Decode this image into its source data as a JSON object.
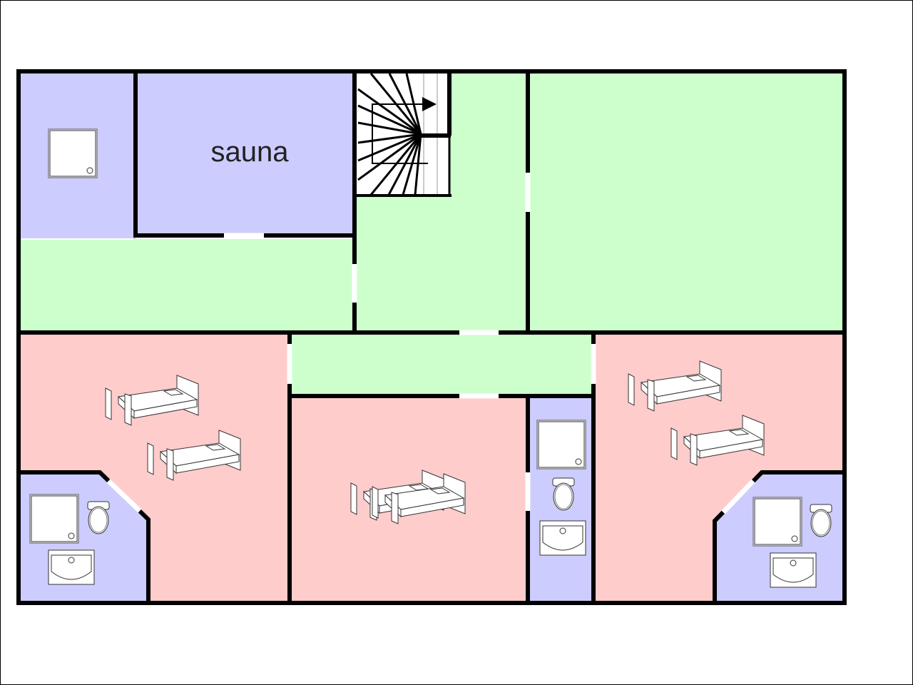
{
  "plan": {
    "title_labels": {
      "sauna": "sauna"
    },
    "colors": {
      "wet_room": "#ccccff",
      "common_room": "#ccffcc",
      "bedroom": "#ffcccc",
      "wall": "#000000",
      "door": "#ffffff"
    },
    "rooms": [
      {
        "id": "shower-room",
        "type": "wet_room"
      },
      {
        "id": "sauna",
        "type": "wet_room",
        "label": "sauna"
      },
      {
        "id": "hall-left",
        "type": "common_room"
      },
      {
        "id": "stair-hall",
        "type": "common_room"
      },
      {
        "id": "living-room",
        "type": "common_room"
      },
      {
        "id": "hall-middle",
        "type": "common_room"
      },
      {
        "id": "bedroom-left",
        "type": "bedroom",
        "beds": 2
      },
      {
        "id": "bedroom-middle",
        "type": "bedroom",
        "beds": 2
      },
      {
        "id": "bedroom-right",
        "type": "bedroom",
        "beds": 2
      },
      {
        "id": "bathroom-left",
        "type": "wet_room"
      },
      {
        "id": "bathroom-middle",
        "type": "wet_room"
      },
      {
        "id": "bathroom-right",
        "type": "wet_room"
      }
    ]
  }
}
